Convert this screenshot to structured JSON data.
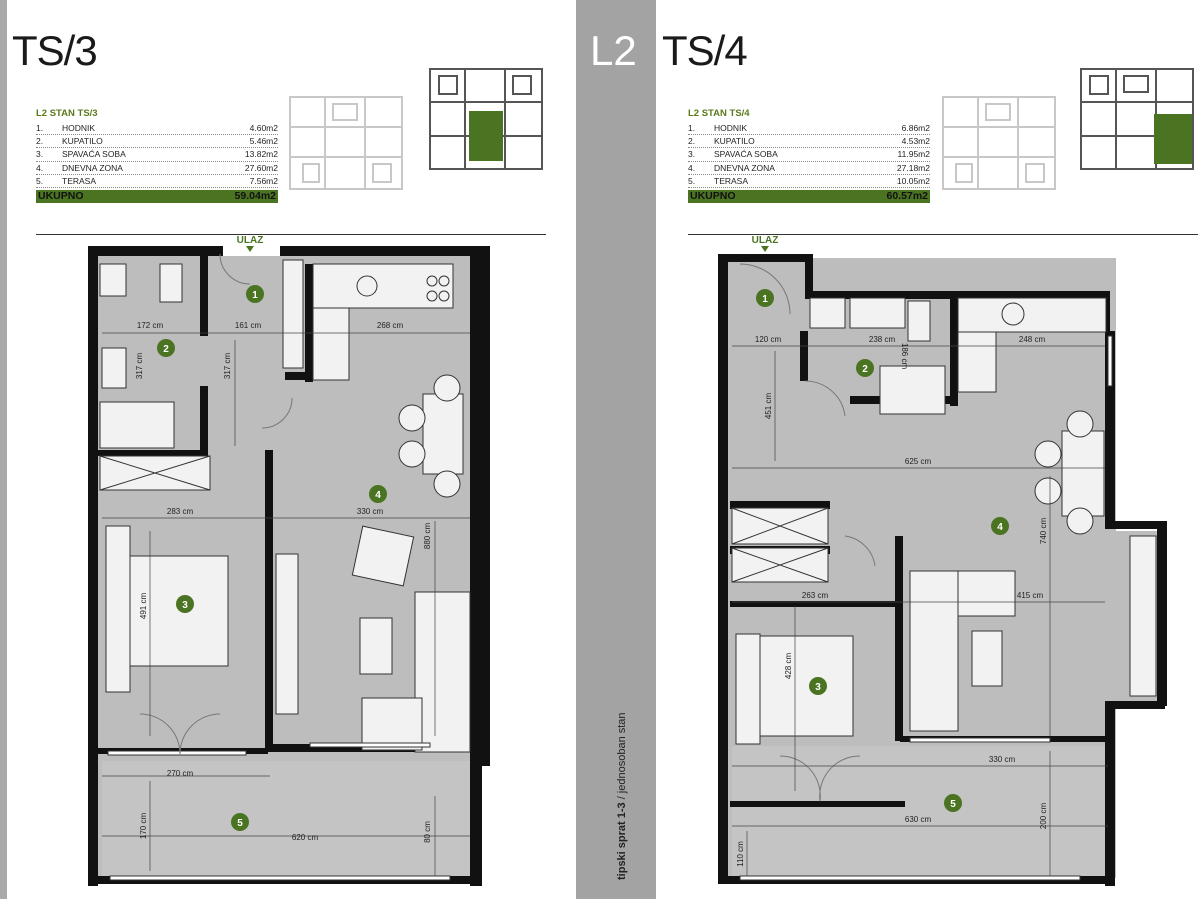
{
  "divider_label": "L2",
  "vertical_caption": {
    "bold": "tipski sprat 1-3",
    "rest": " / jednosoban stan"
  },
  "colors": {
    "accent": "#4b7422",
    "accent_text": "#5a7a1a",
    "floor": "#bdbdbd",
    "wall": "#111111"
  },
  "units": [
    {
      "title": "TS/3",
      "table": {
        "heading": "L2 STAN TS/3",
        "rows": [
          {
            "num": "1.",
            "name": "HODNIK",
            "area": "4.60m2"
          },
          {
            "num": "2.",
            "name": "KUPATILO",
            "area": "5.46m2"
          },
          {
            "num": "3.",
            "name": "SPAVAĆA SOBA",
            "area": "13.82m2"
          },
          {
            "num": "4.",
            "name": "DNEVNA ZONA",
            "area": "27.60m2"
          },
          {
            "num": "5.",
            "name": "TERASA",
            "area": "7.56m2"
          }
        ],
        "total_label": "UKUPNO",
        "total_value": "59.04m2"
      },
      "entrance": "ULAZ",
      "room_numbers": [
        "1",
        "2",
        "3",
        "4",
        "5"
      ],
      "dims": [
        "172 cm",
        "161 cm",
        "268 cm",
        "317 cm",
        "317 cm",
        "283 cm",
        "330 cm",
        "880 cm",
        "491 cm",
        "270 cm",
        "170 cm",
        "620 cm",
        "80 cm"
      ]
    },
    {
      "title": "TS/4",
      "table": {
        "heading": "L2 STAN TS/4",
        "rows": [
          {
            "num": "1.",
            "name": "HODNIK",
            "area": "6.86m2"
          },
          {
            "num": "2.",
            "name": "KUPATILO",
            "area": "4.53m2"
          },
          {
            "num": "3.",
            "name": "SPAVAĆA SOBA",
            "area": "11.95m2"
          },
          {
            "num": "4.",
            "name": "DNEVNA ZONA",
            "area": "27.18m2"
          },
          {
            "num": "5.",
            "name": "TERASA",
            "area": "10.05m2"
          }
        ],
        "total_label": "UKUPNO",
        "total_value": "60.57m2"
      },
      "entrance": "ULAZ",
      "room_numbers": [
        "1",
        "2",
        "3",
        "4",
        "5"
      ],
      "dims": [
        "120 cm",
        "238 cm",
        "186 cm",
        "248 cm",
        "451 cm",
        "625 cm",
        "740 cm",
        "263 cm",
        "415 cm",
        "428 cm",
        "330 cm",
        "630 cm",
        "200 cm",
        "110 cm"
      ]
    }
  ]
}
